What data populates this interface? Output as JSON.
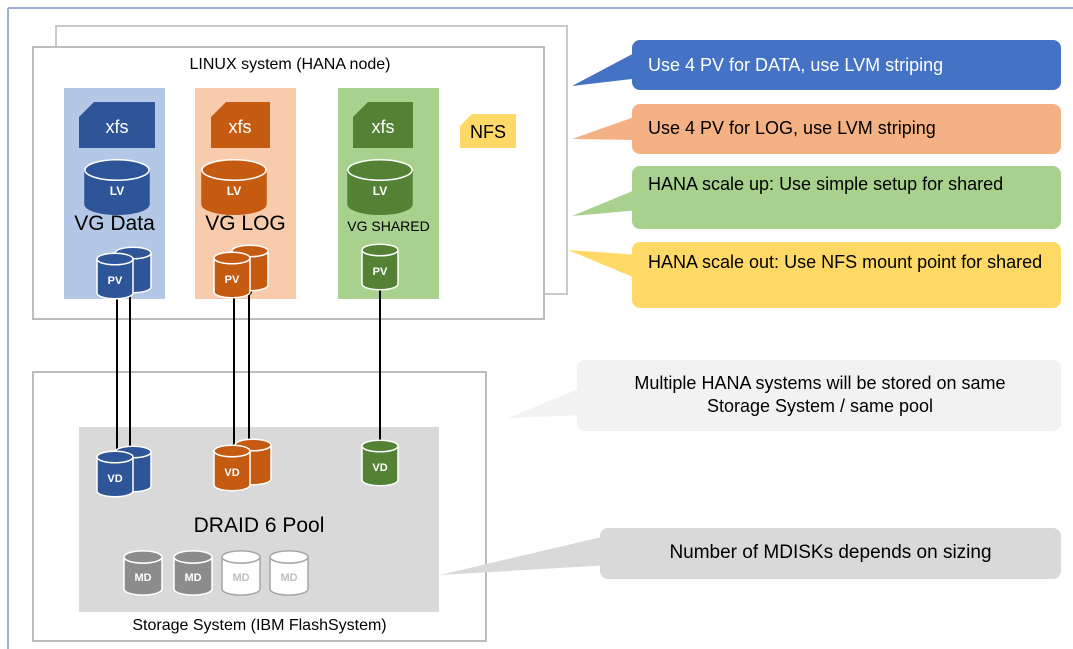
{
  "linux_system": {
    "title": "LINUX system (HANA node)",
    "volume_groups": [
      {
        "name": "VG Data",
        "fs_label": "xfs",
        "lv_label": "LV",
        "pv_label": "PV",
        "color": "#2e5597",
        "bg": "#b4c7e7"
      },
      {
        "name": "VG LOG",
        "fs_label": "xfs",
        "lv_label": "LV",
        "pv_label": "PV",
        "color": "#c55a11",
        "bg": "#f8cbad"
      },
      {
        "name": "VG SHARED",
        "fs_label": "xfs",
        "lv_label": "LV",
        "pv_label": "PV",
        "color": "#548235",
        "bg": "#a9d18e"
      }
    ],
    "nfs_label": "NFS"
  },
  "storage_system": {
    "title": "Storage System (IBM FlashSystem)",
    "pool_title": "DRAID 6 Pool",
    "vd_label": "VD",
    "md_label": "MD"
  },
  "callouts": [
    {
      "text": "Use 4 PV for DATA, use LVM striping",
      "color": "#4472c4"
    },
    {
      "text": "Use 4 PV for LOG, use LVM striping",
      "color": "#f4b183"
    },
    {
      "text": "HANA scale up: Use simple setup for shared",
      "color": "#a9d18e"
    },
    {
      "text": "HANA scale out: Use NFS mount point for shared",
      "color": "#ffd966"
    },
    {
      "text": "Multiple HANA systems will be stored on same Storage System / same pool",
      "color": "#f2f2f2"
    },
    {
      "text": "Number of MDISKs depends on sizing",
      "color": "#d9d9d9"
    }
  ],
  "colors": {
    "data": "#2e5597",
    "log": "#c55a11",
    "shared": "#548235",
    "nfs": "#ffd966",
    "md_gray": "#8c8c8c",
    "border": "#bdbdbd"
  }
}
